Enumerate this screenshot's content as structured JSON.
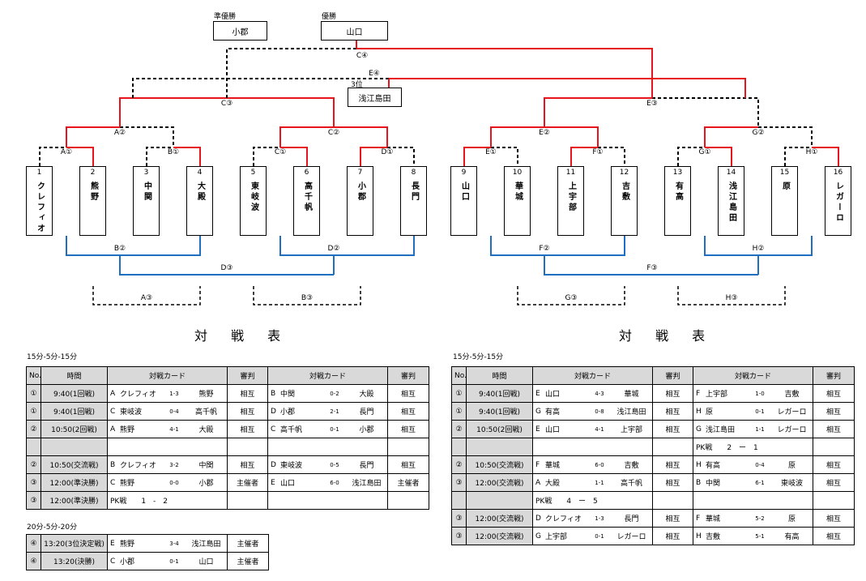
{
  "results": {
    "runner_up_label": "準優勝",
    "runner_up": "小郡",
    "winner_label": "優勝",
    "winner": "山口",
    "third_label": "3位",
    "third": "浅江島田"
  },
  "teams": [
    {
      "num": "1",
      "name": "クレフィオ"
    },
    {
      "num": "2",
      "name": "熊野"
    },
    {
      "num": "3",
      "name": "中関"
    },
    {
      "num": "4",
      "name": "大殿"
    },
    {
      "num": "5",
      "name": "東岐波"
    },
    {
      "num": "6",
      "name": "高千帆"
    },
    {
      "num": "7",
      "name": "小郡"
    },
    {
      "num": "8",
      "name": "長門"
    },
    {
      "num": "9",
      "name": "山口"
    },
    {
      "num": "10",
      "name": "華城"
    },
    {
      "num": "11",
      "name": "上宇部"
    },
    {
      "num": "12",
      "name": "吉敷"
    },
    {
      "num": "13",
      "name": "有高"
    },
    {
      "num": "14",
      "name": "浅江島田"
    },
    {
      "num": "15",
      "name": "原"
    },
    {
      "num": "16",
      "name": "レガーロ"
    }
  ],
  "match_labels": {
    "A1": "A①",
    "B1": "B①",
    "C1": "C①",
    "D1": "D①",
    "E1": "E①",
    "F1": "F①",
    "G1": "G①",
    "H1": "H①",
    "A2": "A②",
    "C2": "C②",
    "E2": "E②",
    "G2": "G②",
    "B2": "B②",
    "D2": "D②",
    "F2": "F②",
    "H2": "H②",
    "C3": "C③",
    "E3": "E③",
    "D3": "D③",
    "F3": "F③",
    "A3": "A③",
    "B3": "B③",
    "G3": "G③",
    "H3": "H③",
    "C4": "C④",
    "E4": "E④"
  },
  "schedule_title": "対 戦 表",
  "left": {
    "format": "15分-5分-15分",
    "format2": "20分-5分-20分",
    "headers": {
      "no": "No.",
      "time": "時間",
      "card": "対戦カード",
      "ref": "審判"
    },
    "rows": [
      {
        "no": "①",
        "time": "9:40(1回戦)",
        "a": {
          "k": "A",
          "t1": "クレフィオ",
          "s": "1-3",
          "t2": "熊野"
        },
        "ra": "相互",
        "b": {
          "k": "B",
          "t1": "中関",
          "s": "0-2",
          "t2": "大殿"
        },
        "rb": "相互"
      },
      {
        "no": "①",
        "time": "9:40(1回戦)",
        "a": {
          "k": "C",
          "t1": "東岐波",
          "s": "0-4",
          "t2": "高千帆"
        },
        "ra": "相互",
        "b": {
          "k": "D",
          "t1": "小郡",
          "s": "2-1",
          "t2": "長門"
        },
        "rb": "相互"
      },
      {
        "no": "②",
        "time": "10:50(2回戦)",
        "a": {
          "k": "A",
          "t1": "熊野",
          "s": "4-1",
          "t2": "大殿"
        },
        "ra": "相互",
        "b": {
          "k": "C",
          "t1": "高千帆",
          "s": "0-1",
          "t2": "小郡"
        },
        "rb": "相互"
      },
      {
        "blank": true
      },
      {
        "no": "②",
        "time": "10:50(交流戦)",
        "a": {
          "k": "B",
          "t1": "クレフィオ",
          "s": "3-2",
          "t2": "中関"
        },
        "ra": "相互",
        "b": {
          "k": "D",
          "t1": "東岐波",
          "s": "0-5",
          "t2": "長門"
        },
        "rb": "相互"
      },
      {
        "no": "③",
        "time": "12:00(準決勝)",
        "a": {
          "k": "C",
          "t1": "熊野",
          "s": "0-0",
          "t2": "小郡"
        },
        "ra": "主催者",
        "b": {
          "k": "E",
          "t1": "山口",
          "s": "6-0",
          "t2": "浅江島田"
        },
        "rb": "主催者"
      },
      {
        "no": "③",
        "time": "12:00(準決勝)",
        "pk": "PK戦　　1　-　2"
      }
    ],
    "rows2": [
      {
        "no": "④",
        "time": "13:20(3位決定戦)",
        "a": {
          "k": "E",
          "t1": "熊野",
          "s": "3-4",
          "t2": "浅江島田"
        },
        "ra": "主催者"
      },
      {
        "no": "④",
        "time": "13:20(決勝)",
        "a": {
          "k": "C",
          "t1": "小郡",
          "s": "0-1",
          "t2": "山口"
        },
        "ra": "主催者"
      }
    ]
  },
  "right": {
    "format": "15分-5分-15分",
    "headers": {
      "no": "No.",
      "time": "時間",
      "card": "対戦カード",
      "ref": "審判"
    },
    "rows": [
      {
        "no": "①",
        "time": "9:40(1回戦)",
        "a": {
          "k": "E",
          "t1": "山口",
          "s": "4-3",
          "t2": "華城"
        },
        "ra": "相互",
        "b": {
          "k": "F",
          "t1": "上宇部",
          "s": "1-0",
          "t2": "吉敷"
        },
        "rb": "相互"
      },
      {
        "no": "①",
        "time": "9:40(1回戦)",
        "a": {
          "k": "G",
          "t1": "有高",
          "s": "0-8",
          "t2": "浅江島田"
        },
        "ra": "相互",
        "b": {
          "k": "H",
          "t1": "原",
          "s": "0-1",
          "t2": "レガーロ"
        },
        "rb": "相互"
      },
      {
        "no": "②",
        "time": "10:50(2回戦)",
        "a": {
          "k": "E",
          "t1": "山口",
          "s": "4-1",
          "t2": "上宇部"
        },
        "ra": "相互",
        "b": {
          "k": "G",
          "t1": "浅江島田",
          "s": "1-1",
          "t2": "レガーロ"
        },
        "rb": "相互"
      },
      {
        "blank": true,
        "pkb": "PK戦　　2　ー　1"
      },
      {
        "no": "②",
        "time": "10:50(交流戦)",
        "a": {
          "k": "F",
          "t1": "華城",
          "s": "6-0",
          "t2": "吉敷"
        },
        "ra": "相互",
        "b": {
          "k": "H",
          "t1": "有高",
          "s": "0-4",
          "t2": "原"
        },
        "rb": "相互"
      },
      {
        "no": "③",
        "time": "12:00(交流戦)",
        "a": {
          "k": "A",
          "t1": "大殿",
          "s": "1-1",
          "t2": "高千帆"
        },
        "ra": "相互",
        "b": {
          "k": "B",
          "t1": "中関",
          "s": "6-1",
          "t2": "東岐波"
        },
        "rb": "相互"
      },
      {
        "blank": true,
        "pka": "PK戦　　4　ー　5"
      },
      {
        "no": "③",
        "time": "12:00(交流戦)",
        "a": {
          "k": "D",
          "t1": "クレフィオ",
          "s": "1-3",
          "t2": "長門"
        },
        "ra": "相互",
        "b": {
          "k": "F",
          "t1": "華城",
          "s": "5-2",
          "t2": "原"
        },
        "rb": "相互"
      },
      {
        "no": "③",
        "time": "12:00(交流戦)",
        "a": {
          "k": "G",
          "t1": "上宇部",
          "s": "0-1",
          "t2": "レガーロ"
        },
        "ra": "相互",
        "b": {
          "k": "H",
          "t1": "吉敷",
          "s": "5-1",
          "t2": "有高"
        },
        "rb": "相互"
      }
    ]
  },
  "colors": {
    "win": "#e8141b",
    "lose": "#000000",
    "exchange": "#1f6fc0",
    "gray": "#d9d9d9"
  }
}
